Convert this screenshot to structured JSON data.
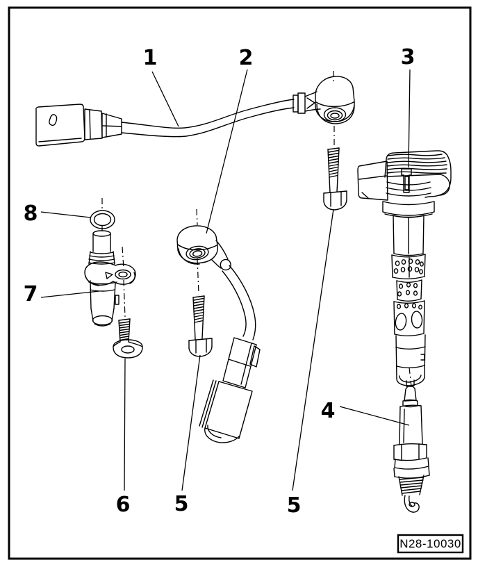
{
  "diagram": {
    "callouts": [
      {
        "label": "1"
      },
      {
        "label": "2"
      },
      {
        "label": "3"
      },
      {
        "label": "4"
      },
      {
        "label": "5"
      },
      {
        "label": "5"
      },
      {
        "label": "6"
      },
      {
        "label": "7"
      },
      {
        "label": "8"
      }
    ],
    "reference_code": "N28-10030",
    "colors": {
      "line": "#000000",
      "background": "#ffffff"
    }
  }
}
